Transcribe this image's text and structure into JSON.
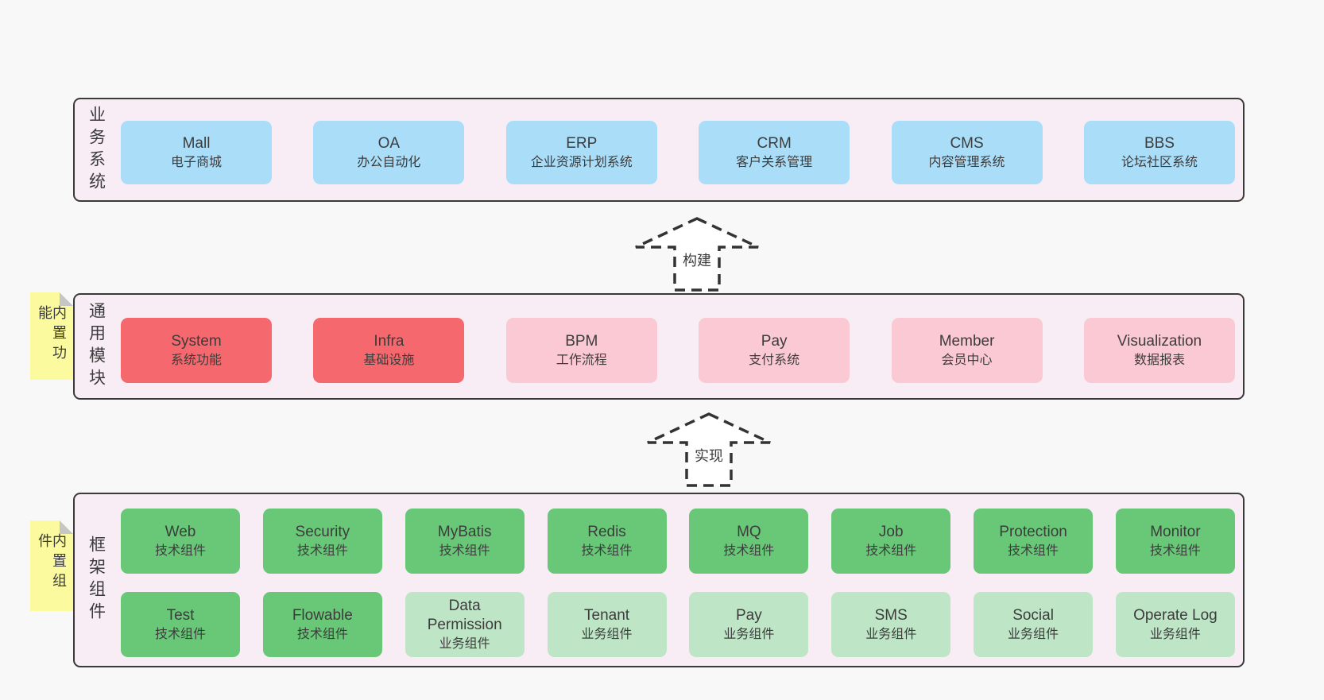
{
  "colors": {
    "background": "#f8f8f8",
    "band_fill": "#f8edf5",
    "band_border": "#3a3a3a",
    "blue_box": "#aaddf8",
    "red_box": "#f5696e",
    "pink_box": "#fbc9d3",
    "green_dark_box": "#68c877",
    "green_light_box": "#bee6c6",
    "sticky_note": "#fbfa9e",
    "text": "#3c3c3c"
  },
  "arrows": [
    {
      "label": "构建"
    },
    {
      "label": "实现"
    }
  ],
  "bands": [
    {
      "label": "业务系统",
      "boxes": [
        {
          "name": "Mall",
          "desc": "电子商城",
          "variant": "blue"
        },
        {
          "name": "OA",
          "desc": "办公自动化",
          "variant": "blue"
        },
        {
          "name": "ERP",
          "desc": "企业资源计划系统",
          "variant": "blue"
        },
        {
          "name": "CRM",
          "desc": "客户关系管理",
          "variant": "blue"
        },
        {
          "name": "CMS",
          "desc": "内容管理系统",
          "variant": "blue"
        },
        {
          "name": "BBS",
          "desc": "论坛社区系统",
          "variant": "blue"
        }
      ]
    },
    {
      "label": "通用模块",
      "note": "内置功能",
      "boxes": [
        {
          "name": "System",
          "desc": "系统功能",
          "variant": "red"
        },
        {
          "name": "Infra",
          "desc": "基础设施",
          "variant": "red"
        },
        {
          "name": "BPM",
          "desc": "工作流程",
          "variant": "pink"
        },
        {
          "name": "Pay",
          "desc": "支付系统",
          "variant": "pink"
        },
        {
          "name": "Member",
          "desc": "会员中心",
          "variant": "pink"
        },
        {
          "name": "Visualization",
          "desc": "数据报表",
          "variant": "pink"
        }
      ]
    },
    {
      "label": "框架组件",
      "note": "内置组件",
      "rows": [
        [
          {
            "name": "Web",
            "desc": "技术组件",
            "variant": "green-dark"
          },
          {
            "name": "Security",
            "desc": "技术组件",
            "variant": "green-dark"
          },
          {
            "name": "MyBatis",
            "desc": "技术组件",
            "variant": "green-dark"
          },
          {
            "name": "Redis",
            "desc": "技术组件",
            "variant": "green-dark"
          },
          {
            "name": "MQ",
            "desc": "技术组件",
            "variant": "green-dark"
          },
          {
            "name": "Job",
            "desc": "技术组件",
            "variant": "green-dark"
          },
          {
            "name": "Protection",
            "desc": "技术组件",
            "variant": "green-dark"
          },
          {
            "name": "Monitor",
            "desc": "技术组件",
            "variant": "green-dark"
          }
        ],
        [
          {
            "name": "Test",
            "desc": "技术组件",
            "variant": "green-dark"
          },
          {
            "name": "Flowable",
            "desc": "技术组件",
            "variant": "green-dark"
          },
          {
            "name": "Data Permission",
            "desc": "业务组件",
            "variant": "green-light"
          },
          {
            "name": "Tenant",
            "desc": "业务组件",
            "variant": "green-light"
          },
          {
            "name": "Pay",
            "desc": "业务组件",
            "variant": "green-light"
          },
          {
            "name": "SMS",
            "desc": "业务组件",
            "variant": "green-light"
          },
          {
            "name": "Social",
            "desc": "业务组件",
            "variant": "green-light"
          },
          {
            "name": "Operate Log",
            "desc": "业务组件",
            "variant": "green-light"
          }
        ]
      ]
    }
  ]
}
